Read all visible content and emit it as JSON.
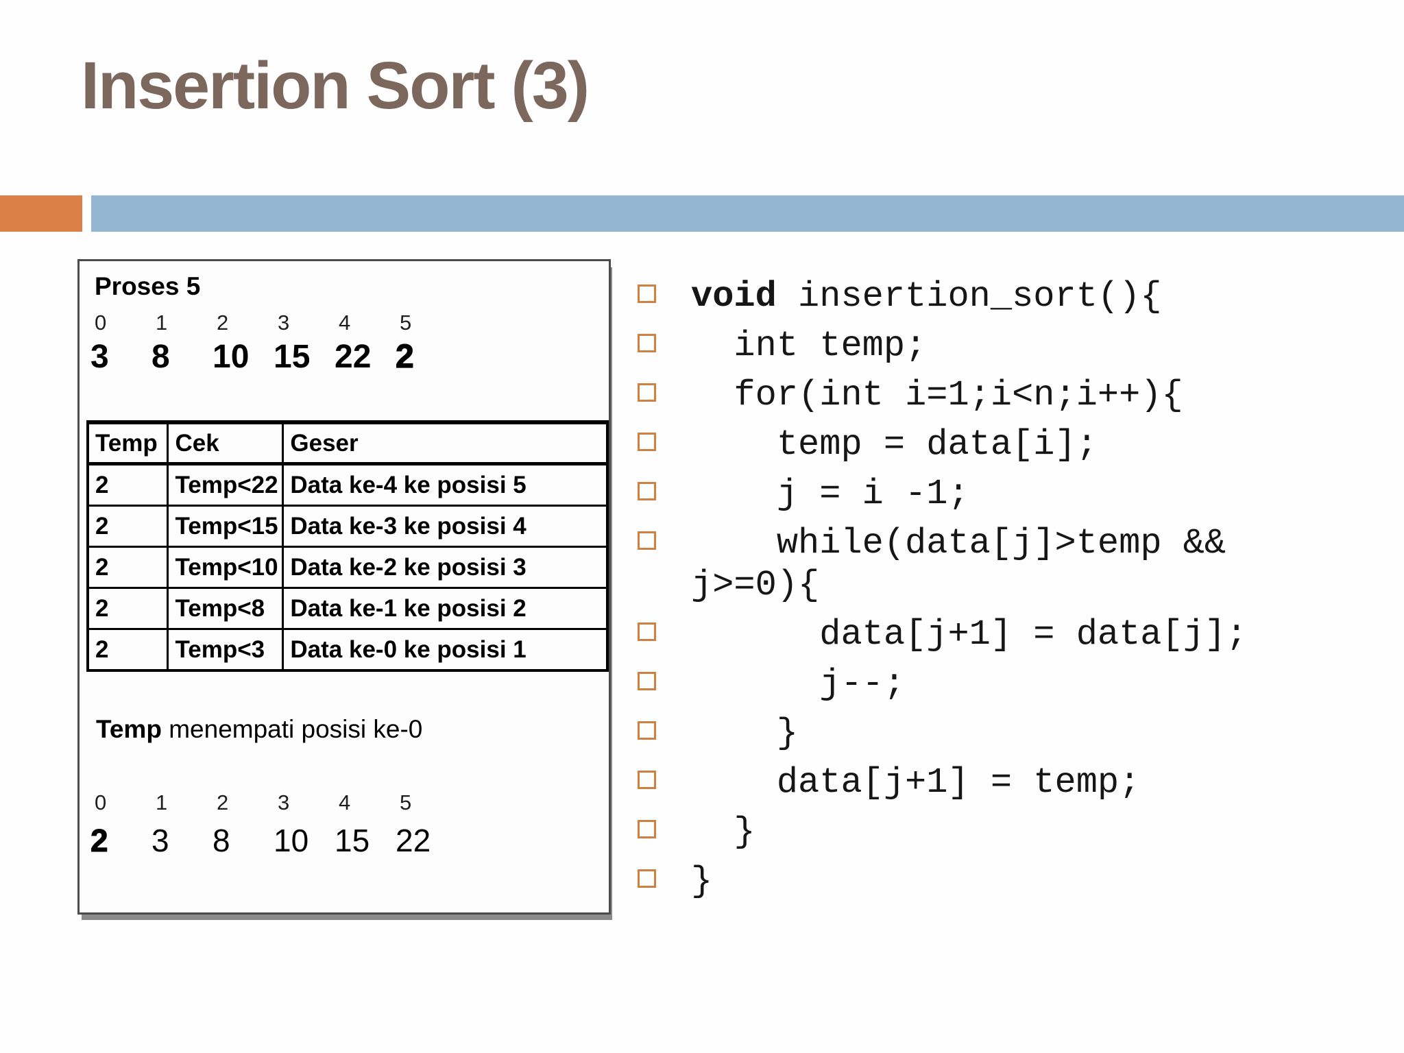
{
  "slide": {
    "title": "Insertion Sort (3)",
    "colors": {
      "title_brown": "#7b675c",
      "accent_orange": "#dd8047",
      "accent_blue": "#94b6d2",
      "bullet_border": "#d0803f"
    }
  },
  "panel": {
    "proses_label": "Proses 5",
    "top_array": {
      "indices": [
        "0",
        "1",
        "2",
        "3",
        "4",
        "5"
      ],
      "values": [
        "3",
        "8",
        "10",
        "15",
        "22",
        "2"
      ],
      "emphasis_index": 5
    },
    "table": {
      "headers": [
        "Temp",
        "Cek",
        "Geser"
      ],
      "rows": [
        [
          "2",
          "Temp<22",
          "Data ke-4 ke posisi 5"
        ],
        [
          "2",
          "Temp<15",
          "Data ke-3 ke posisi 4"
        ],
        [
          "2",
          "Temp<10",
          "Data ke-2 ke posisi 3"
        ],
        [
          "2",
          "Temp<8",
          "Data ke-1 ke posisi 2"
        ],
        [
          "2",
          "Temp<3",
          "Data ke-0 ke posisi 1"
        ]
      ]
    },
    "result_label_head": "Temp",
    "result_label_rest": " menempati posisi ke-0",
    "bottom_array": {
      "indices": [
        "0",
        "1",
        "2",
        "3",
        "4",
        "5"
      ],
      "values": [
        "2",
        "3",
        "8",
        "10",
        "15",
        "22"
      ],
      "emphasis_index": 0
    }
  },
  "code": {
    "lines": [
      {
        "head": "void",
        "rest": " insertion_sort(){"
      },
      {
        "head": "",
        "rest": "  int temp;"
      },
      {
        "head": "",
        "rest": "  for(int i=1;i<n;i++){"
      },
      {
        "head": "",
        "rest": "    temp = data[i];"
      },
      {
        "head": "",
        "rest": "    j = i -1;"
      },
      {
        "head": "",
        "rest": "    while(data[j]>temp &&\nj>=0){"
      },
      {
        "head": "",
        "rest": "      data[j+1] = data[j];"
      },
      {
        "head": "",
        "rest": "      j--;"
      },
      {
        "head": "",
        "rest": "    }"
      },
      {
        "head": "",
        "rest": "    data[j+1] = temp;"
      },
      {
        "head": "",
        "rest": "  }"
      },
      {
        "head": "",
        "rest": "}"
      }
    ]
  }
}
